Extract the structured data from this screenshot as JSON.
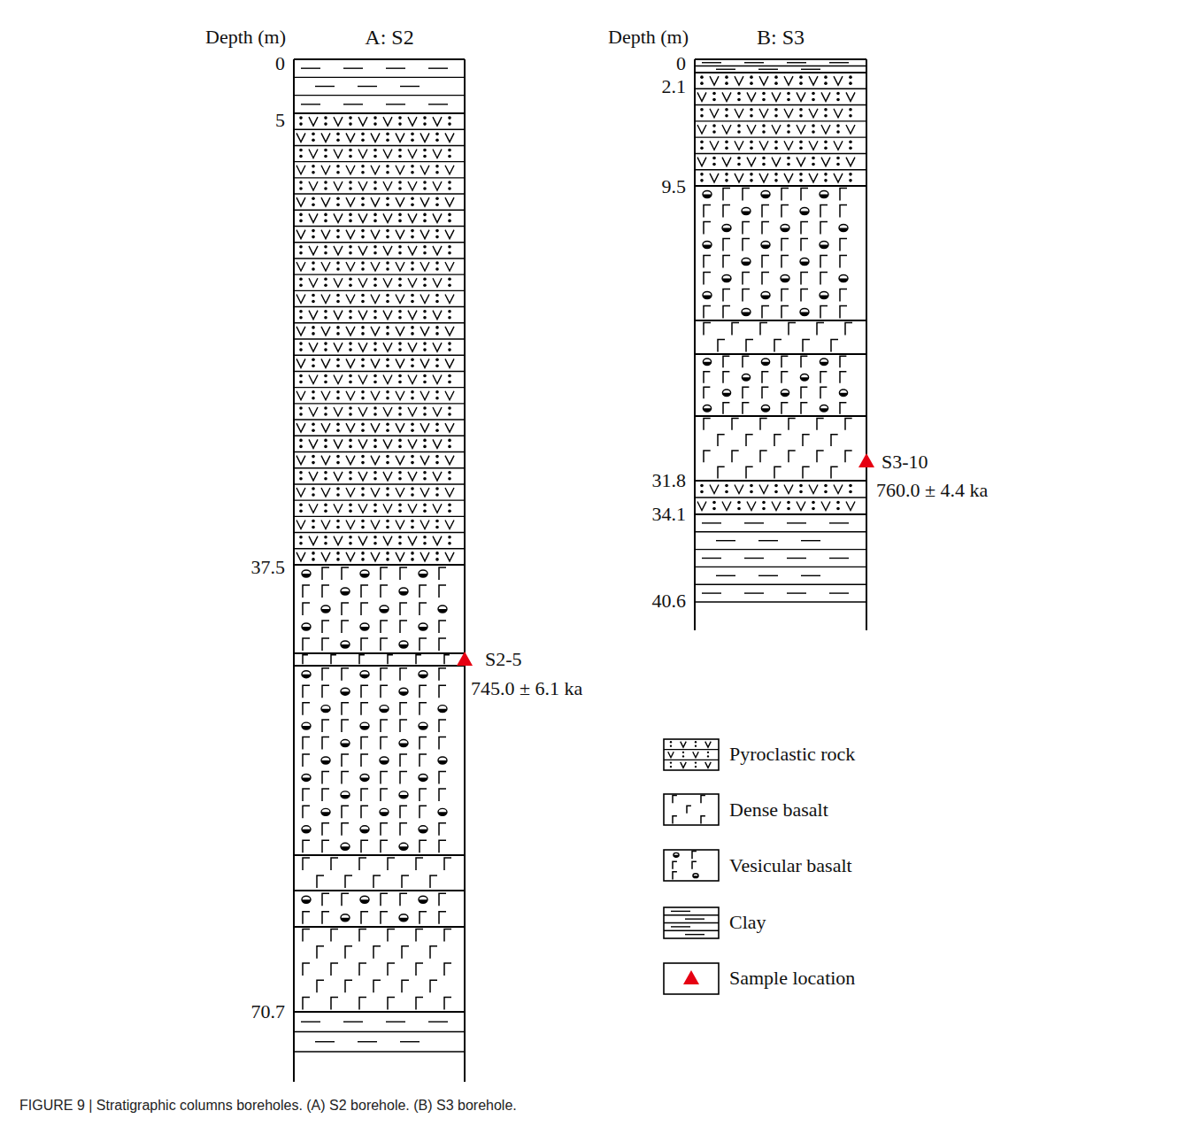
{
  "diagram": {
    "caption": "FIGURE 9 | Stratigraphic columns boreholes. (A) S2 borehole. (B) S3 borehole.",
    "labels": [
      "Depth (m)",
      "A: S2",
      "0",
      "5",
      "37.5",
      "70.7",
      "S2-5",
      "745.0 ± 6.1 ka",
      "Depth (m)",
      "B: S3",
      "0",
      "2.1",
      "9.5",
      "31.8",
      "34.1",
      "40.6",
      "S3-10",
      "760.0 ± 4.4 ka"
    ],
    "legend": [
      {
        "text": "Pyroclastic rock"
      },
      {
        "text": "Dense basalt"
      },
      {
        "text": "Vesicular basalt"
      },
      {
        "text": "Clay"
      },
      {
        "text": "Sample location"
      }
    ]
  }
}
